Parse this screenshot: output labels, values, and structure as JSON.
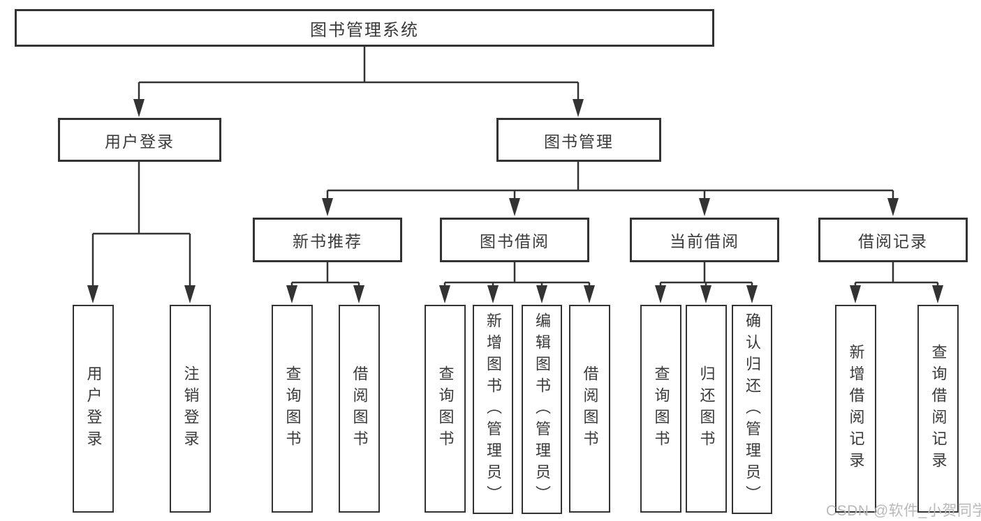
{
  "diagram_title": "图书管理系统",
  "watermark": "CSDN @软件_小贺同学",
  "colors": {
    "line": "#333333",
    "box_border": "#333333",
    "text": "#3a3a3a",
    "watermark": "#b9b9b9",
    "background": "#ffffff"
  },
  "tree": {
    "root": {
      "label": "图书管理系统"
    },
    "branches": [
      {
        "label": "用户登录",
        "children": [
          "用户登录",
          "注销登录"
        ]
      },
      {
        "label": "图书管理",
        "sections": [
          {
            "label": "新书推荐",
            "children": [
              "查询图书",
              "借阅图书"
            ]
          },
          {
            "label": "图书借阅",
            "children": [
              "查询图书",
              "新增图书（管理员）",
              "编辑图书（管理员）",
              "借阅图书"
            ]
          },
          {
            "label": "当前借阅",
            "children": [
              "查询图书",
              "归还图书",
              "确认归还（管理员）"
            ]
          },
          {
            "label": "借阅记录",
            "children": [
              "新增借阅记录",
              "查询借阅记录"
            ]
          }
        ]
      }
    ]
  }
}
